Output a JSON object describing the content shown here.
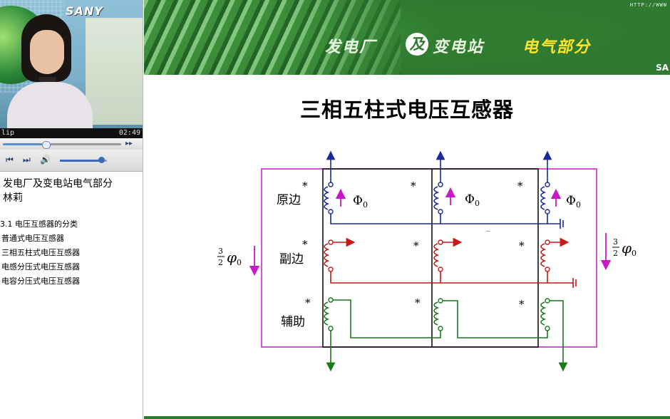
{
  "player": {
    "brand": "SANY",
    "clip_label": "lip",
    "time": "02:49",
    "seek_fraction": 0.36,
    "volume_fraction": 0.88,
    "ff_glyph": "▸▸",
    "controls": {
      "prev_glyph": "⏮",
      "next_glyph": "⏭",
      "volume_glyph": "🔊"
    }
  },
  "course": {
    "title": "发电厂及变电站电气部分",
    "teacher": "林莉"
  },
  "toc": {
    "section": "3.1 电压互感器的分类",
    "items": [
      "普通式电压互感器",
      "三相五柱式电压互感器",
      "电感分压式电压互感器",
      "电容分压式电压互感器"
    ]
  },
  "banner": {
    "url": "HTTP://WWW",
    "title_part1": "发电厂",
    "title_ji": "及",
    "title_part2": "变电站",
    "title_part3": "电气部分",
    "corner_mark": "SA"
  },
  "slide": {
    "title": "三相五柱式电压互感器",
    "labels": {
      "primary": "原边",
      "secondary": "副边",
      "auxiliary": "辅助"
    },
    "star": "*",
    "phi": "Φ",
    "phi_sub": "0",
    "frac_num": "3",
    "frac_den": "2",
    "small_phi": "φ",
    "small_phi_sub": "0",
    "neutral_dash": "_"
  },
  "colors": {
    "primary_wire": "#1a2a9a",
    "secondary_wire": "#c81818",
    "auxiliary_wire": "#1a7a1a",
    "flux": "#c818c8",
    "banner_green": "#2f7a30",
    "banner_yellow": "#ffe22a"
  }
}
